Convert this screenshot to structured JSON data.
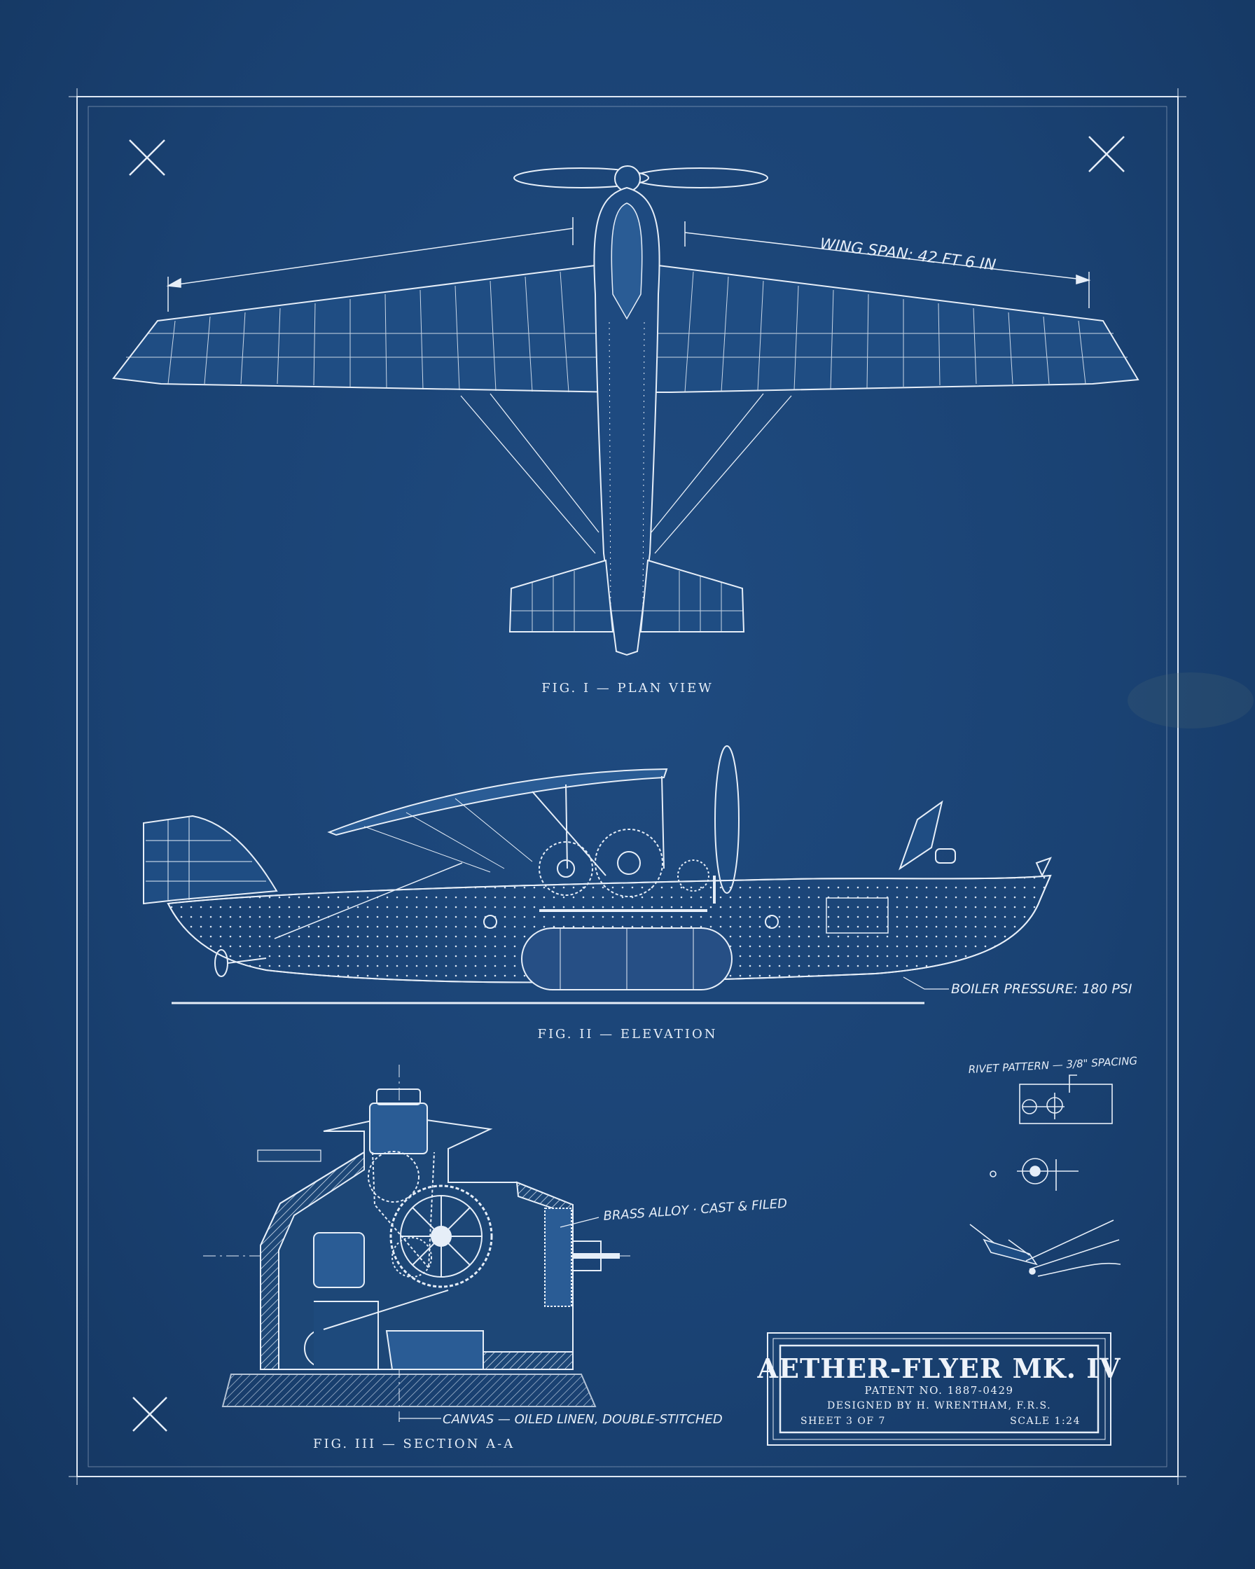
{
  "fig1": {
    "caption": "FIG. I — PLAN VIEW",
    "wing_span_label": "WING SPAN: 42 FT 6 IN"
  },
  "fig2": {
    "caption": "FIG. II — ELEVATION",
    "boiler_label": "BOILER PRESSURE: 180 PSI"
  },
  "fig3": {
    "caption": "FIG. III — SECTION A-A",
    "brass_label": "BRASS ALLOY · CAST & FILED",
    "canvas_label": "CANVAS — OILED LINEN, DOUBLE-STITCHED"
  },
  "detail": {
    "rivet_label": "RIVET PATTERN — 3/8\" SPACING"
  },
  "title_block": {
    "title": "AETHER-FLYER MK. IV",
    "patent": "PATENT NO. 1887-0429",
    "designer": "DESIGNED BY H. WRENTHAM, F.R.S.",
    "sheet": "SHEET 3 OF 7",
    "scale": "SCALE 1:24"
  },
  "colors": {
    "paper": "#1a4273",
    "ink": "#e6eef8"
  }
}
